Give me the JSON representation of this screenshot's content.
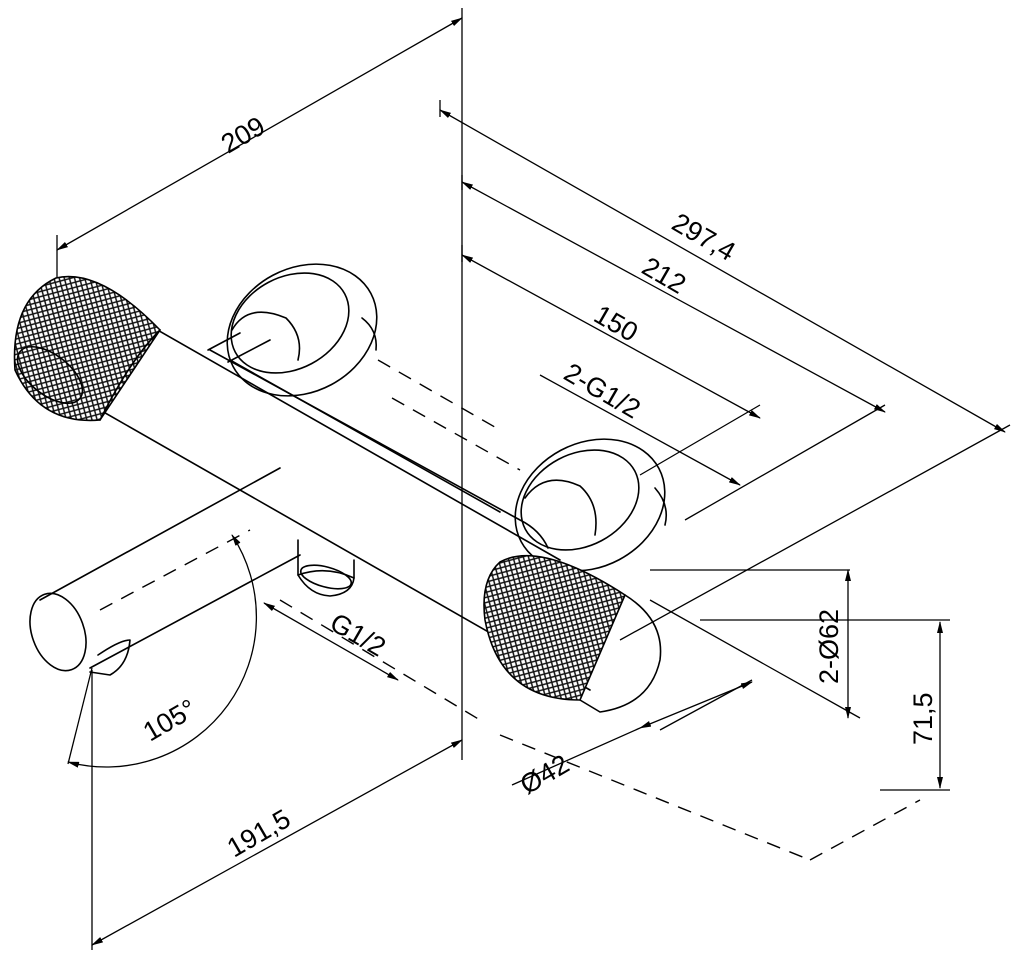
{
  "dimensions": {
    "width_total": "209",
    "length_overall": "297,4",
    "length_body": "212",
    "center_distance": "150",
    "inlet_thread": "2-G1/2",
    "outlet_thread": "G1/2",
    "spout_angle": "105°",
    "spout_projection": "191,5",
    "handle_diameter": "Ø42",
    "flange_diameter": "2-Ø62",
    "height": "71,5"
  }
}
